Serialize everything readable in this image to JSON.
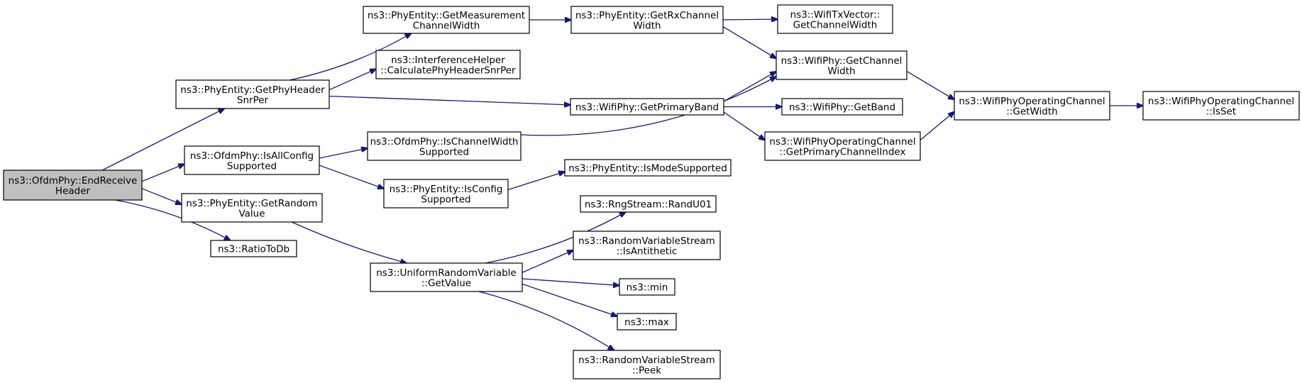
{
  "colors": {
    "edge": "#191970",
    "node_fill": "#ffffff",
    "root_fill": "#bfbfbf",
    "border": "#000000"
  },
  "nodes": [
    {
      "id": "endReceive",
      "lines": [
        "ns3::OfdmPhy::EndReceive",
        "Header"
      ],
      "root": true
    },
    {
      "id": "getPhyHeaderSnrPer",
      "lines": [
        "ns3::PhyEntity::GetPhyHeader",
        "SnrPer"
      ]
    },
    {
      "id": "isAllConfig",
      "lines": [
        "ns3::OfdmPhy::IsAllConfig",
        "Supported"
      ]
    },
    {
      "id": "getRandomValue",
      "lines": [
        "ns3::PhyEntity::GetRandom",
        "Value"
      ]
    },
    {
      "id": "ratioToDb",
      "lines": [
        "ns3::RatioToDb"
      ]
    },
    {
      "id": "getMeasurementCW",
      "lines": [
        "ns3::PhyEntity::GetMeasurement",
        "ChannelWidth"
      ]
    },
    {
      "id": "calcPhyHeaderSnrPer",
      "lines": [
        "ns3::InterferenceHelper",
        "::CalculatePhyHeaderSnrPer"
      ]
    },
    {
      "id": "getPrimaryBand",
      "lines": [
        "ns3::WifiPhy::GetPrimaryBand"
      ]
    },
    {
      "id": "isChannelWidthSupported",
      "lines": [
        "ns3::OfdmPhy::IsChannelWidth",
        "Supported"
      ]
    },
    {
      "id": "isConfigSupported",
      "lines": [
        "ns3::PhyEntity::IsConfig",
        "Supported"
      ]
    },
    {
      "id": "uniformGetValue",
      "lines": [
        "ns3::UniformRandomVariable",
        "::GetValue"
      ]
    },
    {
      "id": "getRxChannelWidth",
      "lines": [
        "ns3::PhyEntity::GetRxChannel",
        "Width"
      ]
    },
    {
      "id": "isModeSupported",
      "lines": [
        "ns3::PhyEntity::IsModeSupported"
      ]
    },
    {
      "id": "randU01",
      "lines": [
        "ns3::RngStream::RandU01"
      ]
    },
    {
      "id": "isAntithetic",
      "lines": [
        "ns3::RandomVariableStream",
        "::IsAntithetic"
      ]
    },
    {
      "id": "min",
      "lines": [
        "ns3::min"
      ]
    },
    {
      "id": "max",
      "lines": [
        "ns3::max"
      ]
    },
    {
      "id": "peek",
      "lines": [
        "ns3::RandomVariableStream",
        "::Peek"
      ]
    },
    {
      "id": "txVectorGetCW",
      "lines": [
        "ns3::WifiTxVector::",
        "GetChannelWidth"
      ]
    },
    {
      "id": "wifiPhyGetCW",
      "lines": [
        "ns3::WifiPhy::GetChannel",
        "Width"
      ]
    },
    {
      "id": "getBand",
      "lines": [
        "ns3::WifiPhy::GetBand"
      ]
    },
    {
      "id": "getPrimaryChannelIndex",
      "lines": [
        "ns3::WifiPhyOperatingChannel",
        "::GetPrimaryChannelIndex"
      ]
    },
    {
      "id": "opChGetWidth",
      "lines": [
        "ns3::WifiPhyOperatingChannel",
        "::GetWidth"
      ]
    },
    {
      "id": "opChIsSet",
      "lines": [
        "ns3::WifiPhyOperatingChannel",
        "::IsSet"
      ]
    }
  ],
  "edges": [
    {
      "from": "endReceive",
      "to": "getPhyHeaderSnrPer"
    },
    {
      "from": "endReceive",
      "to": "isAllConfig"
    },
    {
      "from": "endReceive",
      "to": "getRandomValue"
    },
    {
      "from": "endReceive",
      "to": "ratioToDb"
    },
    {
      "from": "getPhyHeaderSnrPer",
      "to": "getMeasurementCW"
    },
    {
      "from": "getPhyHeaderSnrPer",
      "to": "calcPhyHeaderSnrPer"
    },
    {
      "from": "getPhyHeaderSnrPer",
      "to": "getPrimaryBand"
    },
    {
      "from": "isAllConfig",
      "to": "isChannelWidthSupported"
    },
    {
      "from": "isAllConfig",
      "to": "isConfigSupported"
    },
    {
      "from": "getRandomValue",
      "to": "uniformGetValue"
    },
    {
      "from": "getMeasurementCW",
      "to": "getRxChannelWidth"
    },
    {
      "from": "getRxChannelWidth",
      "to": "txVectorGetCW"
    },
    {
      "from": "getRxChannelWidth",
      "to": "wifiPhyGetCW"
    },
    {
      "from": "isChannelWidthSupported",
      "to": "wifiPhyGetCW"
    },
    {
      "from": "isConfigSupported",
      "to": "isModeSupported"
    },
    {
      "from": "getPrimaryBand",
      "to": "wifiPhyGetCW"
    },
    {
      "from": "getPrimaryBand",
      "to": "getBand"
    },
    {
      "from": "getPrimaryBand",
      "to": "getPrimaryChannelIndex"
    },
    {
      "from": "wifiPhyGetCW",
      "to": "opChGetWidth"
    },
    {
      "from": "getPrimaryChannelIndex",
      "to": "opChGetWidth"
    },
    {
      "from": "opChGetWidth",
      "to": "opChIsSet"
    },
    {
      "from": "uniformGetValue",
      "to": "randU01"
    },
    {
      "from": "uniformGetValue",
      "to": "isAntithetic"
    },
    {
      "from": "uniformGetValue",
      "to": "min"
    },
    {
      "from": "uniformGetValue",
      "to": "max"
    },
    {
      "from": "uniformGetValue",
      "to": "peek"
    }
  ]
}
